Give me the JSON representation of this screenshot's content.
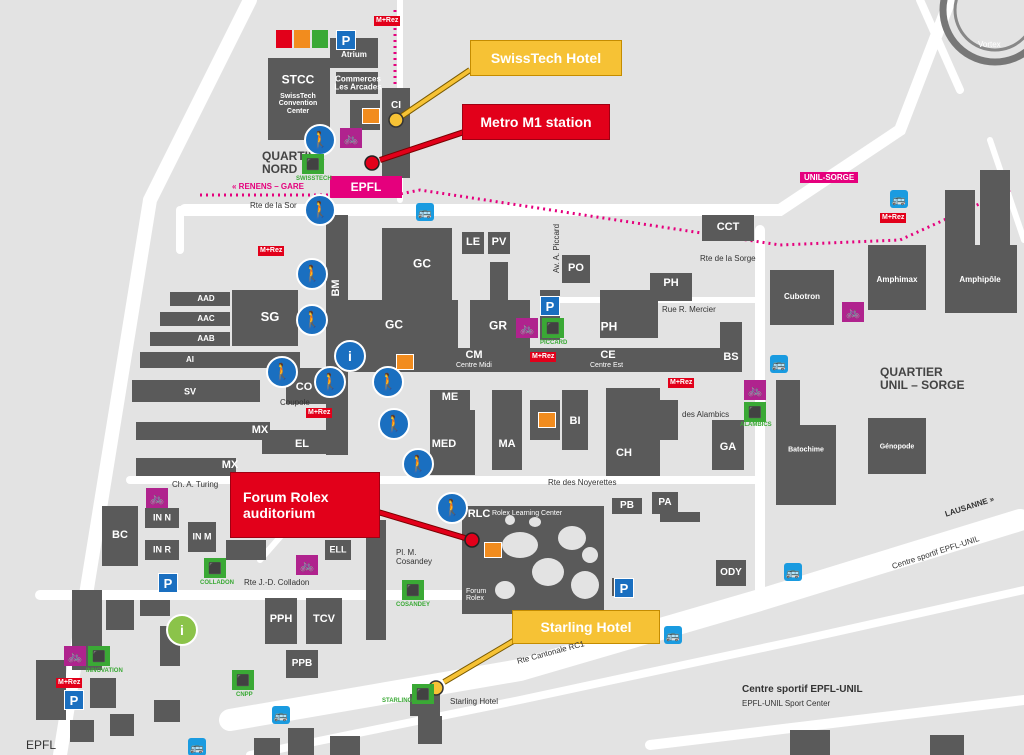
{
  "callouts": {
    "swisstech_hotel": "SwissTech Hotel",
    "metro_station": "Metro M1 station",
    "forum_rolex": "Forum Rolex\nauditorium",
    "starling_hotel": "Starling Hotel"
  },
  "buildings": {
    "stcc": "STCC",
    "stcc_sub": "SwissTech\nConvention\nCenter",
    "atrium": "Atrium",
    "commerces": "Commerces\nLes Arcades",
    "ci": "CI",
    "epfl_station": "EPFL",
    "cct": "CCT",
    "le": "LE",
    "pv": "PV",
    "po": "PO",
    "ph": "PH",
    "gc": "GC",
    "gr": "GR",
    "sg": "SG",
    "aad": "AAD",
    "aac": "AAC",
    "aab": "AAB",
    "ai": "AI",
    "sv": "SV",
    "bm": "BM",
    "cm": "CM",
    "ce": "CE",
    "bs": "BS",
    "co": "CO",
    "me": "ME",
    "med": "MED",
    "ma": "MA",
    "bi": "BI",
    "ch": "CH",
    "ga": "GA",
    "mx": "MX",
    "el": "EL",
    "rlc": "RLC",
    "pb": "PB",
    "pa": "PA",
    "bc": "BC",
    "inn": "IN N",
    "inm": "IN M",
    "inr": "IN R",
    "ell": "ELL",
    "odyssea": "ODY",
    "pph": "PPH",
    "tcv": "TCV",
    "ppb": "PPB",
    "cubotron": "Cubotron",
    "amphimax": "Amphimax",
    "amphipole": "Amphipôle",
    "batochime": "Batochime",
    "genopode": "Génopode",
    "vortex": "Vortex"
  },
  "labels": {
    "quartier_nord": "QUARTIER\nNORD",
    "quartier_unil": "QUARTIER\nUNIL – SORGE",
    "renens_gare": "« RENENS – GARE",
    "unil_sorge": "UNIL-SORGE",
    "rte_sorge": "Rte de la Sorge",
    "rte_sorge_left": "Rte de la Sor",
    "rue_mercier": "Rue R. Mercier",
    "rte_noyerettes": "Rte des Noyerettes",
    "centre_midi": "Centre Midi",
    "centre_est": "Centre Est",
    "coupole": "Coupole",
    "alambics": "des Alambics",
    "rolex_center": "Rolex Learning Center",
    "forum_rolex_bldg": "Forum\nRolex",
    "starling_bldg": "Starling Hotel",
    "lausanne": "LAUSANNE »",
    "centre_sportif_road": "Centre sportif EPFL-UNIL",
    "rte_cantonale": "Rte Cantonale RC1",
    "centre_sportif": "Centre sportif EPFL-UNIL",
    "sport_center": "EPFL-UNIL Sport Center",
    "rte_colladon": "Rte J.-D. Colladon",
    "pl_cosandey": "Pl. M.\nCosandey",
    "ch_turing": "Ch. A. Turing",
    "av_piccard": "Av. A. Piccard",
    "epfl_bottom": "EPFL",
    "cosandey": "COSANDEY",
    "colladon": "COLLADON",
    "starling_label": "STARLING",
    "innovation": "INNOVATION",
    "swisstech_label": "SWISSTECH",
    "piccard_label": "PICCARD",
    "alambics_label": "ALAMBICS",
    "cnpp": "CNPP",
    "ms_sign": "M+Rez",
    "p_sign": "P"
  },
  "colors": {
    "building": "#5a5a5a",
    "road": "#ffffff",
    "background": "#e3e3e3",
    "metro": "#e5007d",
    "callout_yellow": "#f6c235",
    "callout_red": "#e2001a",
    "pedestrian": "#1a6fc0",
    "bus": "#1a9be0",
    "bike": "#b0238e",
    "green_station": "#3aa935",
    "hotel_orange": "#f28c1e"
  }
}
